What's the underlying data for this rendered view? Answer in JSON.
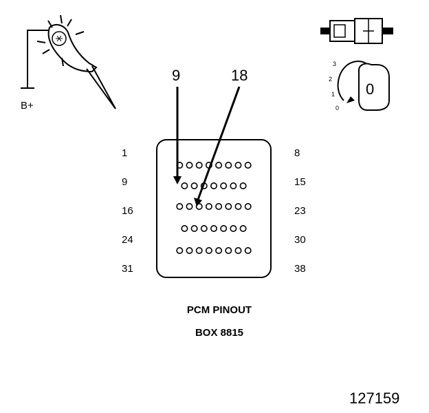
{
  "tester": {
    "supply_label": "B+"
  },
  "ignition": {
    "positions": [
      "3",
      "2",
      "1",
      "0"
    ],
    "key_label": "0"
  },
  "callouts": [
    "9",
    "18"
  ],
  "connector": {
    "left_labels": [
      "1",
      "9",
      "16",
      "24",
      "31"
    ],
    "right_labels": [
      "8",
      "15",
      "23",
      "30",
      "38"
    ],
    "rows": [
      8,
      7,
      8,
      7,
      8
    ]
  },
  "caption": {
    "line1": "PCM PINOUT",
    "line2": "BOX 8815"
  },
  "figure_number": "127159"
}
